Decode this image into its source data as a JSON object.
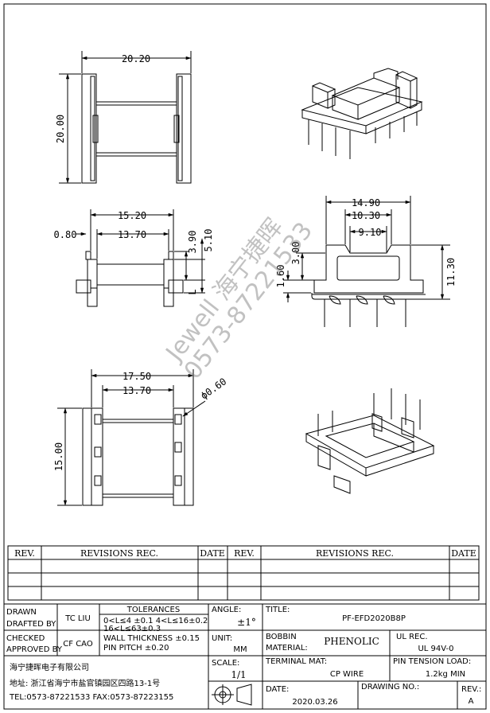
{
  "dimensions": {
    "top_width": "20.20",
    "top_height": "20.00",
    "side_overall": "15.20",
    "side_flange": "0.80",
    "side_inner": "13.70",
    "side_step": "3.90",
    "side_height": "5.10",
    "side_l": "L",
    "front_width": "14.90",
    "front_inner1": "10.30",
    "front_inner2": "9.10",
    "front_height": "11.30",
    "front_pin": "1.60",
    "front_core": "3.00",
    "bottom_overall": "17.50",
    "bottom_inner": "13.70",
    "bottom_height": "15.00",
    "pin_dia": "ϕ0.60"
  },
  "watermark": {
    "line1": "Jewell 海宁捷晖",
    "line2": "0573-87221533"
  },
  "revisions": {
    "headers": [
      "REV.",
      "REVISIONS   REC.",
      "DATE",
      "REV.",
      "REVISIONS   REC.",
      "DATE"
    ]
  },
  "title_block": {
    "drawn_label": "DRAWN",
    "drafted_label": "DRAFTED BY",
    "drafted_value": "TC LIU",
    "checked_label": "CHECKED",
    "approved_label": "APPROVED BY",
    "approved_value": "CF CAO",
    "tolerances_label": "TOLERANCES",
    "tol_line1": "0<L≤4  ±0.1  4<L≤16±0.2",
    "tol_line2": "16<L≤63±0.3",
    "tol_line3": "WALL THICKNESS  ±0.15",
    "tol_line4": "PIN PITCH ±0.20",
    "angle_label": "ANGLE:",
    "angle_value": "±1°",
    "unit_label": "UNIT:",
    "unit_value": "MM",
    "scale_label": "SCALE:",
    "scale_value": "1/1",
    "title_label": "TITLE:",
    "title_value": "PF-EFD2020B8P",
    "bobbin_label": "BOBBIN",
    "material_label": "MATERIAL:",
    "material_value": "PHENOLIC",
    "ul_label": "UL REC.",
    "ul_value": "UL 94V-0",
    "terminal_label": "TERMINAL MAT:",
    "terminal_value": "CP WIRE",
    "pin_tension_label": "PIN TENSION LOAD:",
    "pin_tension_value": "1.2kg MIN",
    "date_label": "DATE:",
    "date_value": "2020.03.26",
    "drawing_no_label": "DRAWING NO.:",
    "rev_label": "REV.:",
    "rev_value": "A",
    "company_name": "海宁捷晖电子有限公司",
    "company_address": "地址: 浙江省海宁市盐官镇园区四路13-1号",
    "company_tel": "TEL:0573-87221533 FAX:0573-87223155"
  }
}
